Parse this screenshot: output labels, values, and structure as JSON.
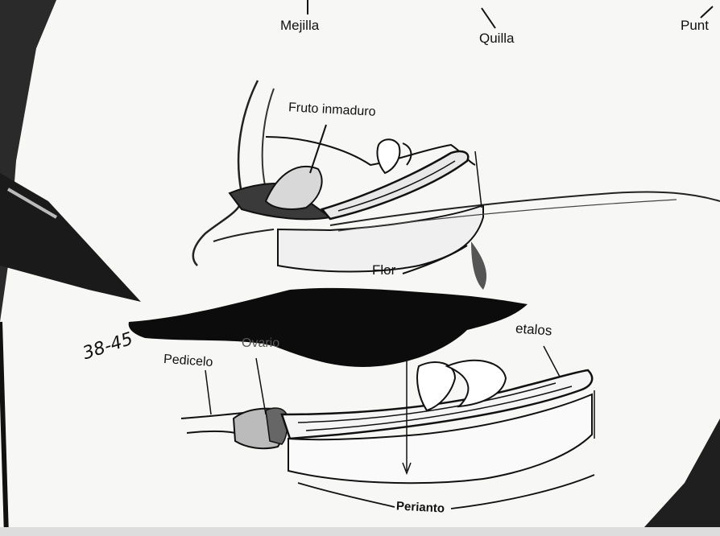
{
  "labels": {
    "mejilla": "Mejilla",
    "quilla": "Quilla",
    "punta": "Punt",
    "fruto_inmaduro": "Fruto inmaduro",
    "flor": "Flor",
    "petalos": "etalos",
    "pedicelo": "Pedicelo",
    "ovario": "Ovario",
    "perianto": "Perianto",
    "handwritten_number": "38-45"
  }
}
